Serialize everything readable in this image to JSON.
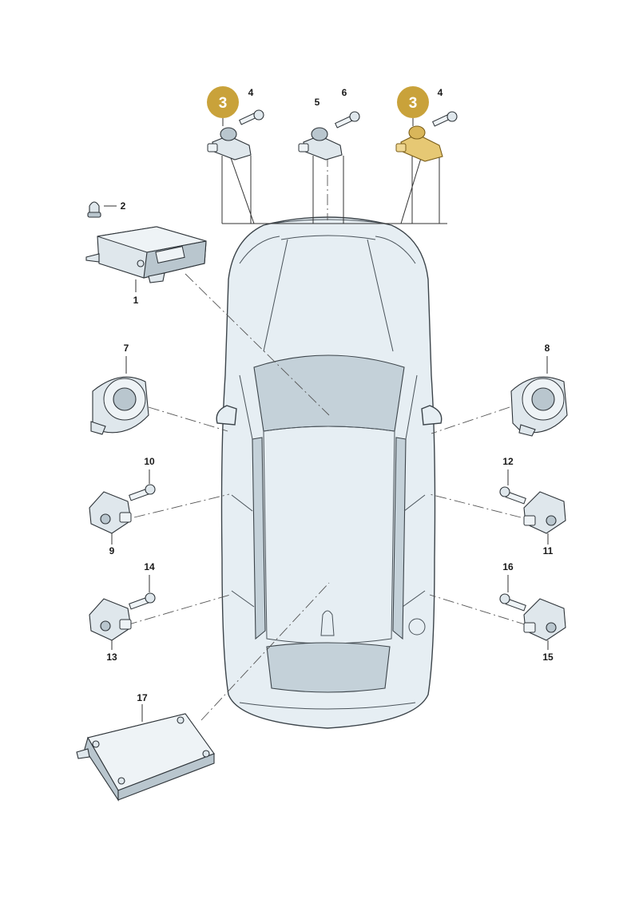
{
  "diagram": {
    "callouts": [
      {
        "id": "callout-left",
        "label": "3"
      },
      {
        "id": "callout-right",
        "label": "3"
      }
    ],
    "labels": {
      "n1": "1",
      "n2": "2",
      "n4a": "4",
      "n4b": "4",
      "n5": "5",
      "n6": "6",
      "n7": "7",
      "n8": "8",
      "n9": "9",
      "n10": "10",
      "n11": "11",
      "n12": "12",
      "n13": "13",
      "n14": "14",
      "n15": "15",
      "n16": "16",
      "n17": "17"
    },
    "colors": {
      "callout_fill": "#c9a23a",
      "highlight_part": "#e6c874",
      "part_fill": "#dfe7ec",
      "car_fill": "#e6eef3"
    },
    "highlighted_part": "3"
  }
}
